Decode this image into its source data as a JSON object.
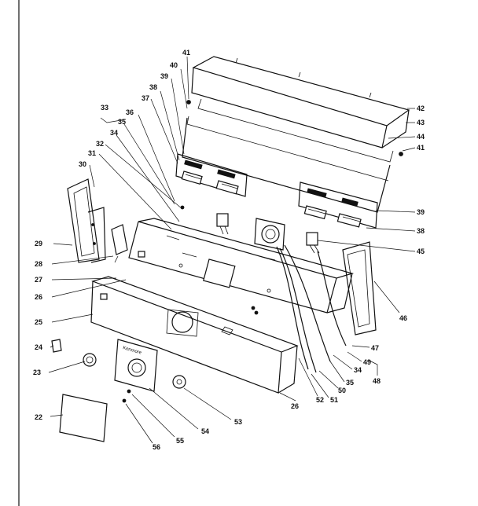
{
  "diagram": {
    "panel_logo_text": "Kenmore",
    "labels": [
      {
        "id": "41a",
        "text": "41"
      },
      {
        "id": "40",
        "text": "40"
      },
      {
        "id": "39a",
        "text": "39"
      },
      {
        "id": "38a",
        "text": "38"
      },
      {
        "id": "37",
        "text": "37"
      },
      {
        "id": "36",
        "text": "36"
      },
      {
        "id": "33",
        "text": "33"
      },
      {
        "id": "35a",
        "text": "35"
      },
      {
        "id": "34a",
        "text": "34"
      },
      {
        "id": "32",
        "text": "32"
      },
      {
        "id": "31",
        "text": "31"
      },
      {
        "id": "30",
        "text": "30"
      },
      {
        "id": "42",
        "text": "42"
      },
      {
        "id": "43",
        "text": "43"
      },
      {
        "id": "44",
        "text": "44"
      },
      {
        "id": "41b",
        "text": "41"
      },
      {
        "id": "39b",
        "text": "39"
      },
      {
        "id": "38b",
        "text": "38"
      },
      {
        "id": "45",
        "text": "45"
      },
      {
        "id": "29",
        "text": "29"
      },
      {
        "id": "28",
        "text": "28"
      },
      {
        "id": "27",
        "text": "27"
      },
      {
        "id": "26a",
        "text": "26"
      },
      {
        "id": "25",
        "text": "25"
      },
      {
        "id": "46",
        "text": "46"
      },
      {
        "id": "24",
        "text": "24"
      },
      {
        "id": "23",
        "text": "23"
      },
      {
        "id": "47",
        "text": "47"
      },
      {
        "id": "49",
        "text": "49"
      },
      {
        "id": "34b",
        "text": "34"
      },
      {
        "id": "35b",
        "text": "35"
      },
      {
        "id": "48",
        "text": "48"
      },
      {
        "id": "50",
        "text": "50"
      },
      {
        "id": "51",
        "text": "51"
      },
      {
        "id": "52",
        "text": "52"
      },
      {
        "id": "26b",
        "text": "26"
      },
      {
        "id": "22",
        "text": "22"
      },
      {
        "id": "53",
        "text": "53"
      },
      {
        "id": "54",
        "text": "54"
      },
      {
        "id": "55",
        "text": "55"
      },
      {
        "id": "56",
        "text": "56"
      }
    ]
  }
}
